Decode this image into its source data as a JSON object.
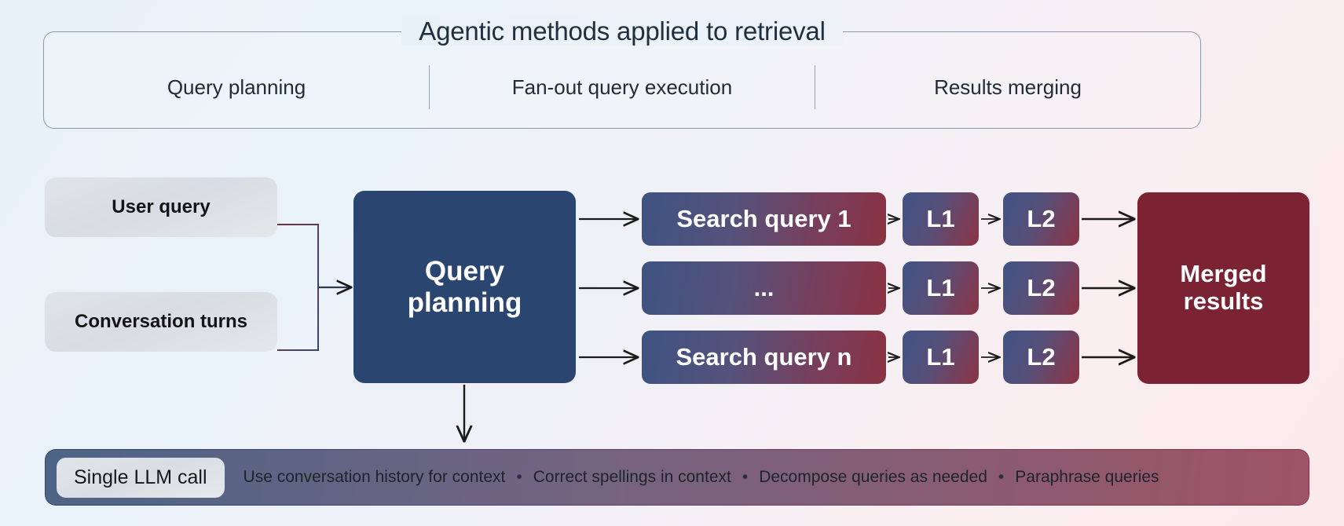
{
  "diagram": {
    "title": "Agentic methods applied to retrieval",
    "phases": [
      {
        "label": "Query planning"
      },
      {
        "label": "Fan-out query execution"
      },
      {
        "label": "Results merging"
      }
    ],
    "inputs": [
      {
        "label": "User query"
      },
      {
        "label": "Conversation turns"
      }
    ],
    "planner": {
      "label": "Query\nplanning",
      "line1": "Query",
      "line2": "planning"
    },
    "branches": [
      {
        "query": "Search query 1",
        "stages": [
          "L1",
          "L2"
        ]
      },
      {
        "query": "...",
        "stages": [
          "L1",
          "L2"
        ]
      },
      {
        "query": "Search query n",
        "stages": [
          "L1",
          "L2"
        ]
      }
    ],
    "output": {
      "line1": "Merged",
      "line2": "results"
    },
    "footer": {
      "chip": "Single LLM call",
      "bullets": [
        "Use conversation history for context",
        "Correct spellings in context",
        "Decompose queries as needed",
        "Paraphrase queries"
      ],
      "separator": "•"
    },
    "colors": {
      "planner_fill": "#2a4570",
      "output_fill": "#7c2333",
      "gradient_start": "#3e5382",
      "gradient_end": "#8b3243",
      "input_fill": "#dfe4e9",
      "panel_border": "#8c9aa8",
      "arrow": "#1a1a1a"
    }
  }
}
